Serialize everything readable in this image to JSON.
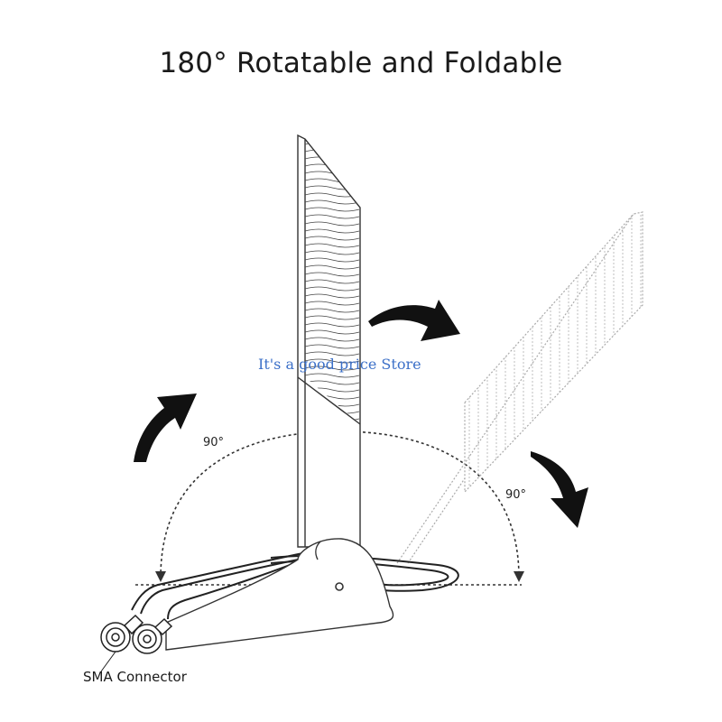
{
  "title": "180° Rotatable and Foldable",
  "watermark": "It's a good price Store",
  "angles": {
    "left": "90°",
    "right": "90°"
  },
  "connector_label": "SMA Connector",
  "icons": [
    "rotate-arrow-icon",
    "rotate-arrow-icon",
    "rotate-arrow-icon"
  ]
}
